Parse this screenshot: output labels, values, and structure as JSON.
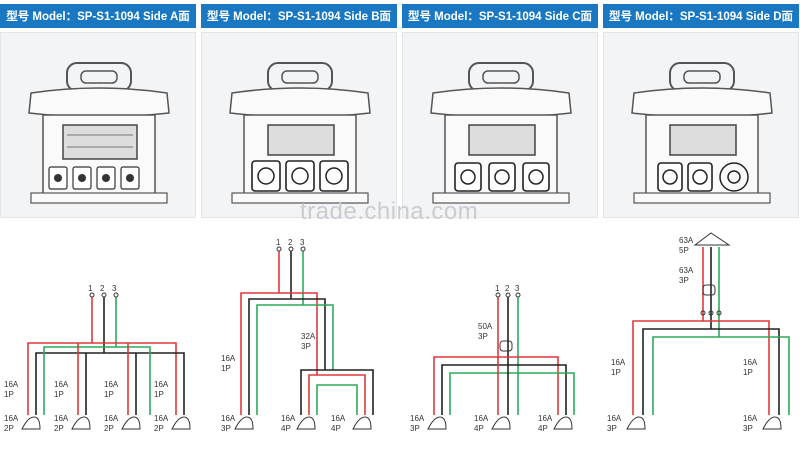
{
  "panels": [
    {
      "title": "型号 Model：SP-S1-1094  Side  A面"
    },
    {
      "title": "型号 Model：SP-S1-1094  Side  B面"
    },
    {
      "title": "型号 Model：SP-S1-1094  Side  C面"
    },
    {
      "title": "型号 Model：SP-S1-1094  Side  D面"
    }
  ],
  "watermark": "trade.china.com",
  "diagrams": {
    "a": {
      "phases": [
        "1",
        "2",
        "3"
      ],
      "outlets": [
        {
          "rating": "16A",
          "poles": "1P",
          "socket_rating": "16A",
          "socket_poles": "2P"
        },
        {
          "rating": "16A",
          "poles": "1P",
          "socket_rating": "16A",
          "socket_poles": "2P"
        },
        {
          "rating": "16A",
          "poles": "1P",
          "socket_rating": "16A",
          "socket_poles": "2P"
        },
        {
          "rating": "16A",
          "poles": "1P",
          "socket_rating": "16A",
          "socket_poles": "2P"
        }
      ]
    },
    "b": {
      "phases": [
        "1",
        "2",
        "3"
      ],
      "breaker_left": {
        "rating": "16A",
        "poles": "1P"
      },
      "breaker_right": {
        "rating": "32A",
        "poles": "3P"
      },
      "sockets": [
        {
          "rating": "16A",
          "poles": "3P"
        },
        {
          "rating": "16A",
          "poles": "4P"
        },
        {
          "rating": "16A",
          "poles": "4P"
        }
      ]
    },
    "c": {
      "phases": [
        "1",
        "2",
        "3"
      ],
      "breaker": {
        "rating": "50A",
        "poles": "3P"
      },
      "sockets": [
        {
          "rating": "16A",
          "poles": "3P"
        },
        {
          "rating": "16A",
          "poles": "4P"
        },
        {
          "rating": "16A",
          "poles": "4P"
        }
      ]
    },
    "d": {
      "inlet": {
        "rating": "63A",
        "poles": "5P"
      },
      "breaker_main": {
        "rating": "63A",
        "poles": "3P"
      },
      "breaker_left": {
        "rating": "16A",
        "poles": "1P"
      },
      "breaker_right": {
        "rating": "16A",
        "poles": "1P"
      },
      "sockets": [
        {
          "rating": "16A",
          "poles": "3P"
        },
        {
          "rating": "16A",
          "poles": "3P"
        }
      ]
    }
  },
  "colors": {
    "header": "#1a78c2",
    "red": "#e03a3a",
    "green": "#2eaa5a",
    "black": "#222222"
  }
}
